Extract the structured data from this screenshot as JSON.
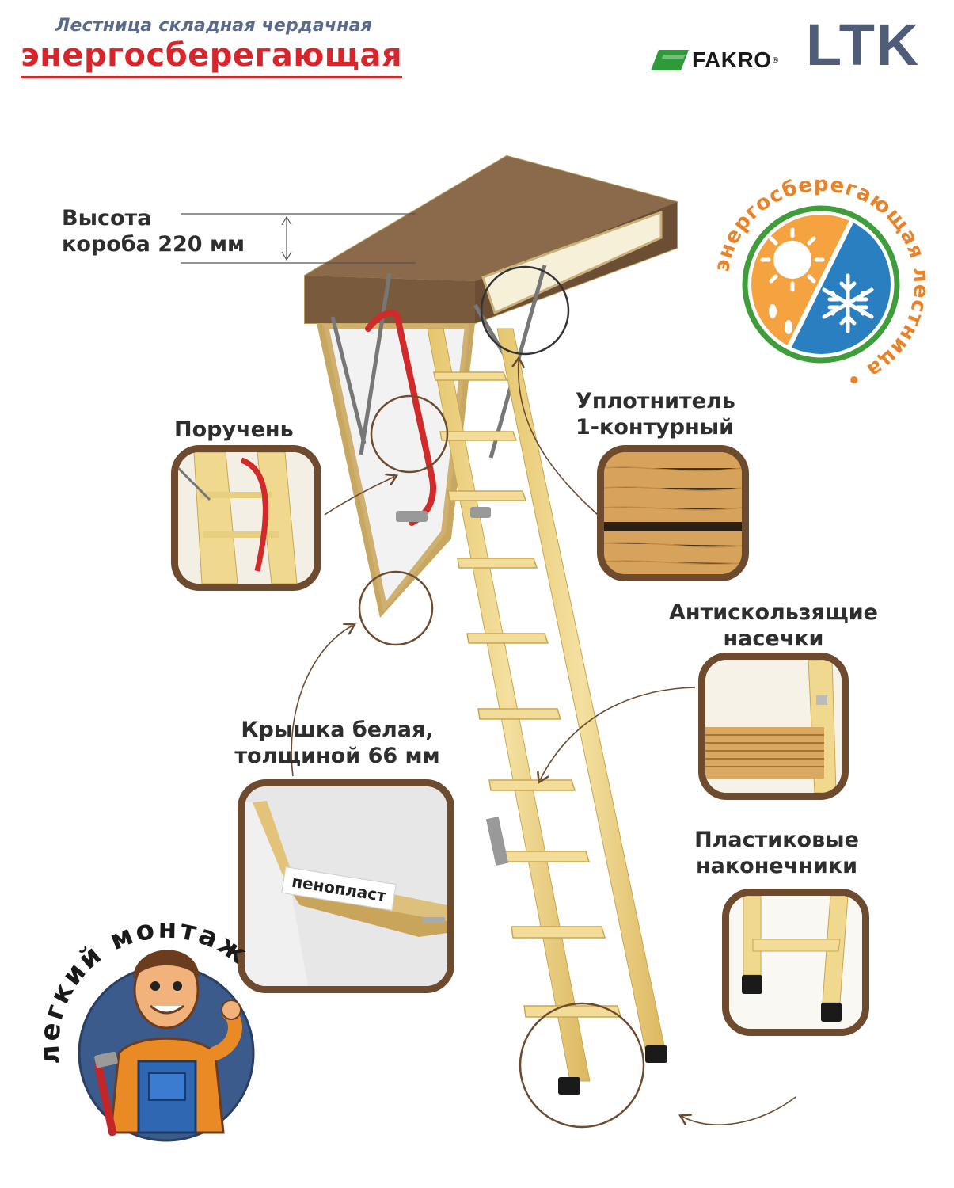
{
  "header": {
    "subtitle": "Лестница складная чердачная",
    "headline": "энергосберегающая",
    "brand_name": "FAKRO",
    "brand_reg": "®",
    "model": "LTK"
  },
  "badge": {
    "ring_text": "энергосберегающая лестница •",
    "icons": [
      "sun-icon",
      "snowflake-icon"
    ],
    "colors": {
      "warm": "#f08a24",
      "cold": "#2a7fc1",
      "ring": "#3f9e3b"
    }
  },
  "features": {
    "box_height": {
      "line1": "Высота",
      "line2": "короба 220 мм"
    },
    "handrail": "Поручень",
    "seal": {
      "line1": "Уплотнитель",
      "line2": "1-контурный"
    },
    "anti_slip": {
      "line1": "Антискользящие",
      "line2": "насечки"
    },
    "lid": {
      "line1": "Крышка белая,",
      "line2": "толщиной 66 мм",
      "insert_label": "пенопласт"
    },
    "tips": {
      "line1": "Пластиковые",
      "line2": "наконечники"
    }
  },
  "mascot": {
    "ring_text": "легкий монтаж"
  },
  "colors": {
    "frame": "#6e4b2e",
    "wood": "#efd88a",
    "box": "#8a6a4a",
    "title_red": "#d6262b",
    "model_blue": "#4f5d78"
  }
}
